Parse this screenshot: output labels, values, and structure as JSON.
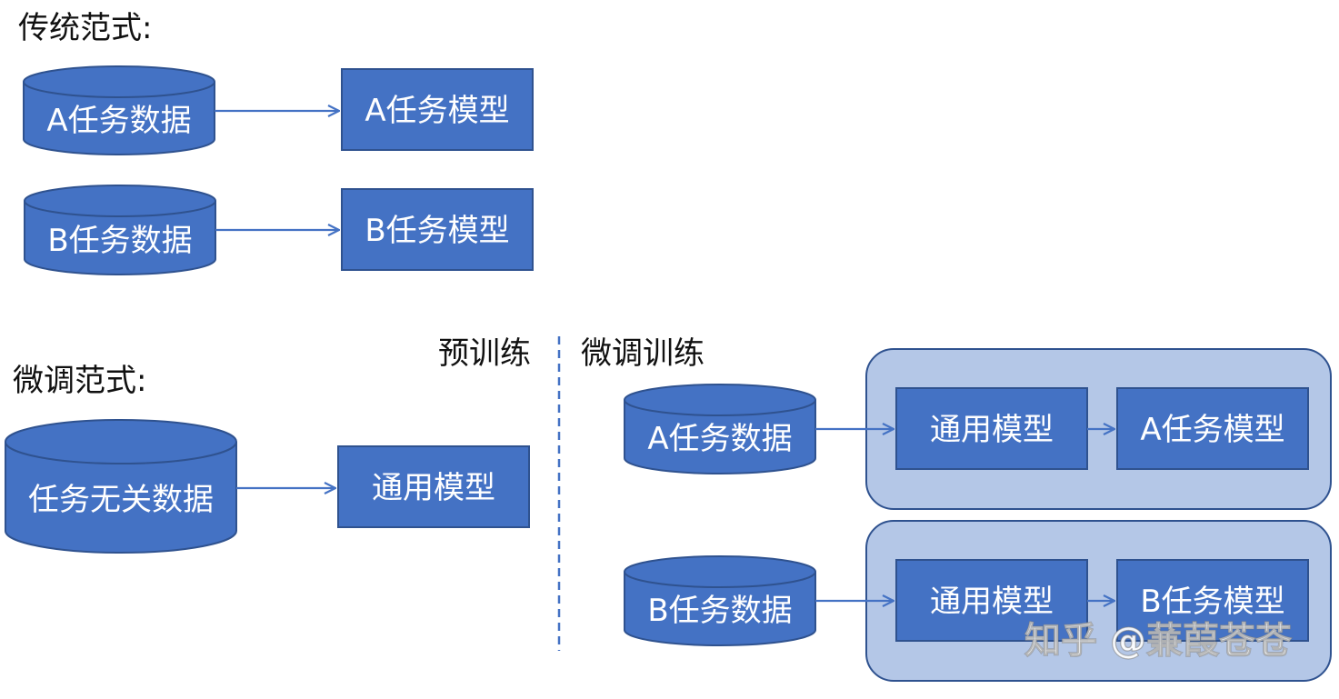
{
  "sections": {
    "traditional_title": "传统范式:",
    "finetune_title": "微调范式:",
    "pretrain_label": "预训练",
    "finetune_label": "微调训练"
  },
  "traditional": {
    "a_data": "A任务数据",
    "a_model": "A任务模型",
    "b_data": "B任务数据",
    "b_model": "B任务模型"
  },
  "pretrain": {
    "data": "任务无关数据",
    "model": "通用模型"
  },
  "finetune": {
    "a_data": "A任务数据",
    "a_general": "通用模型",
    "a_model": "A任务模型",
    "b_data": "B任务数据",
    "b_general": "通用模型",
    "b_model": "B任务模型"
  },
  "watermark": "知乎 @蒹葭苍苍",
  "colors": {
    "fill": "#4472c4",
    "stroke": "#2f528f",
    "group_fill": "#b4c7e7",
    "arrow": "#4472c4",
    "text_on_fill": "#ffffff"
  }
}
